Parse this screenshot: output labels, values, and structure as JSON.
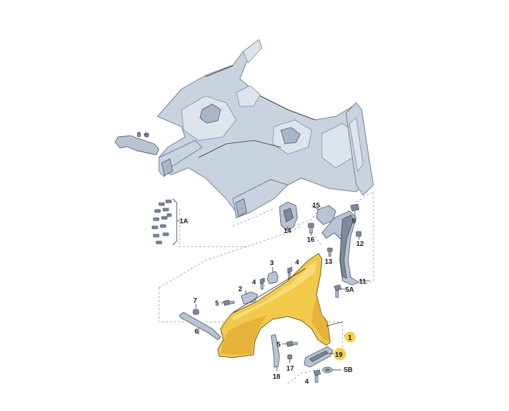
{
  "callouts": [
    {
      "id": "c8",
      "text": "8"
    },
    {
      "id": "c1A",
      "text": "1A"
    },
    {
      "id": "c14",
      "text": "14"
    },
    {
      "id": "c15",
      "text": "15"
    },
    {
      "id": "c9",
      "text": "9"
    },
    {
      "id": "c16",
      "text": "16"
    },
    {
      "id": "c12",
      "text": "12"
    },
    {
      "id": "c13",
      "text": "13"
    },
    {
      "id": "c3",
      "text": "3"
    },
    {
      "id": "c4a",
      "text": "4"
    },
    {
      "id": "c2",
      "text": "2"
    },
    {
      "id": "c4b",
      "text": "4"
    },
    {
      "id": "c11",
      "text": "11"
    },
    {
      "id": "c5A",
      "text": "5A"
    },
    {
      "id": "c7",
      "text": "7"
    },
    {
      "id": "c5a",
      "text": "5"
    },
    {
      "id": "c6",
      "text": "6"
    },
    {
      "id": "c1",
      "text": "1"
    },
    {
      "id": "c5b",
      "text": "5"
    },
    {
      "id": "c19",
      "text": "19"
    },
    {
      "id": "c17",
      "text": "17"
    },
    {
      "id": "c5B",
      "text": "5B"
    },
    {
      "id": "c18",
      "text": "18"
    },
    {
      "id": "c4c",
      "text": "4"
    }
  ],
  "highlight_color": "#f6d04d",
  "fender_color": "#f2c94a",
  "frame_color": "#c9d3df"
}
